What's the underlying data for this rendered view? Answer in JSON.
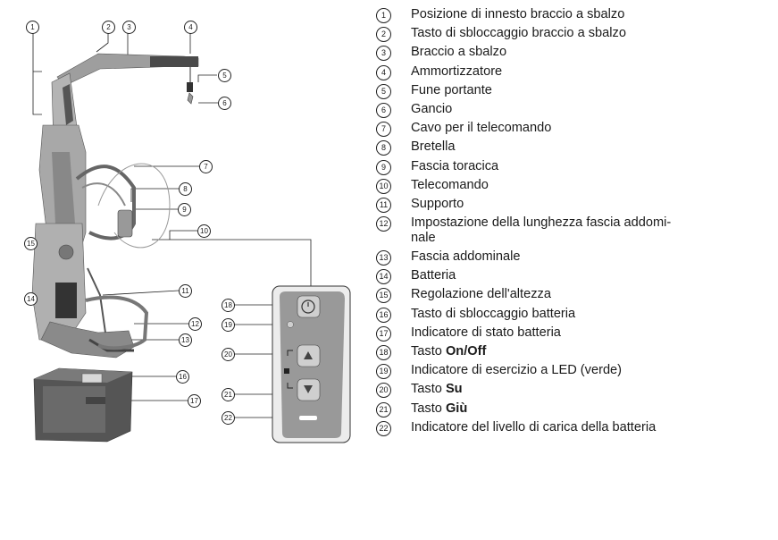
{
  "figure": {
    "callouts": [
      "1",
      "2",
      "3",
      "4",
      "5",
      "6",
      "7",
      "8",
      "9",
      "10",
      "11",
      "12",
      "13",
      "14",
      "15",
      "16",
      "17",
      "18",
      "19",
      "20",
      "21",
      "22"
    ]
  },
  "legend": {
    "items": [
      {
        "num": "1",
        "text": "Posizione di innesto braccio a sbalzo",
        "bold": ""
      },
      {
        "num": "2",
        "text": "Tasto di sbloccaggio braccio a sbalzo",
        "bold": ""
      },
      {
        "num": "3",
        "text": "Braccio a sbalzo",
        "bold": ""
      },
      {
        "num": "4",
        "text": "Ammortizzatore",
        "bold": ""
      },
      {
        "num": "5",
        "text": "Fune portante",
        "bold": ""
      },
      {
        "num": "6",
        "text": "Gancio",
        "bold": ""
      },
      {
        "num": "7",
        "text": "Cavo per il telecomando",
        "bold": ""
      },
      {
        "num": "8",
        "text": "Bretella",
        "bold": ""
      },
      {
        "num": "9",
        "text": "Fascia toracica",
        "bold": ""
      },
      {
        "num": "10",
        "text": "Telecomando",
        "bold": ""
      },
      {
        "num": "11",
        "text": "Supporto",
        "bold": ""
      },
      {
        "num": "12",
        "text": "Impostazione della lunghezza fascia addomi-",
        "text2": "nale",
        "bold": ""
      },
      {
        "num": "13",
        "text": "Fascia addominale",
        "bold": ""
      },
      {
        "num": "14",
        "text": "Batteria",
        "bold": ""
      },
      {
        "num": "15",
        "text": "Regolazione dell'altezza",
        "bold": ""
      },
      {
        "num": "16",
        "text": "Tasto di sbloccaggio batteria",
        "bold": ""
      },
      {
        "num": "17",
        "text": "Indicatore di stato batteria",
        "bold": ""
      },
      {
        "num": "18",
        "text": "Tasto ",
        "bold": "On/Off"
      },
      {
        "num": "19",
        "text": "Indicatore di esercizio a LED (verde)",
        "bold": ""
      },
      {
        "num": "20",
        "text": "Tasto ",
        "bold": "Su"
      },
      {
        "num": "21",
        "text": "Tasto ",
        "bold": "Giù"
      },
      {
        "num": "22",
        "text": "Indicatore del livello di carica della batteria",
        "bold": ""
      }
    ]
  }
}
